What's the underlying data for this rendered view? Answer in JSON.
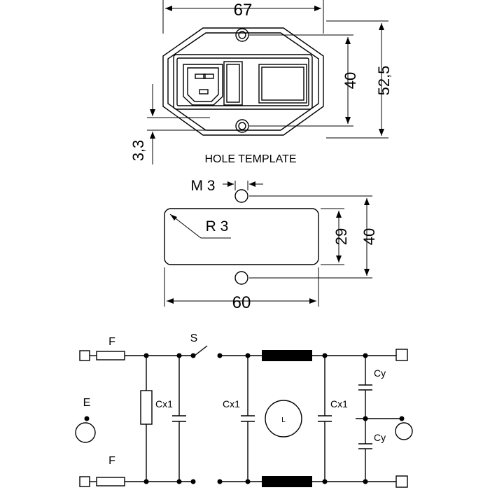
{
  "dimensions": {
    "width_top": "67",
    "height_mount": "40",
    "height_total": "52,5",
    "offset_left": "3,3",
    "hole_screw": "M 3",
    "corner_radius": "R 3",
    "cutout_height": "29",
    "template_height": "40",
    "template_width": "60"
  },
  "template_title": "HOLE TEMPLATE",
  "schematic": {
    "fuse_top": "F",
    "fuse_bottom": "F",
    "switch": "S",
    "earth": "E",
    "cap_x1_a": "Cx1",
    "cap_x1_b": "Cx1",
    "cap_x1_c": "Cx1",
    "cap_y_top": "Cy",
    "cap_y_bottom": "Cy",
    "load": "L"
  },
  "colors": {
    "ink": "#000000",
    "paper": "#ffffff"
  }
}
